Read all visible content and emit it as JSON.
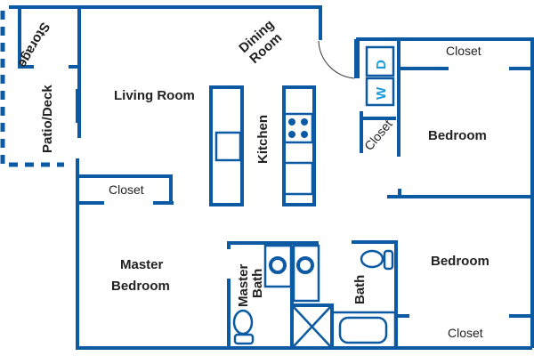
{
  "title": "Apartment floor plan",
  "colors": {
    "wall": "#0b5aa3",
    "appliance_letter": "#1a9be0",
    "text": "#222222"
  },
  "rooms": {
    "storage": "Storage",
    "patio": "Patio/Deck",
    "living": "Living Room",
    "dining_1": "Dining",
    "dining_2": "Room",
    "kitchen": "Kitchen",
    "closet_living": "Closet",
    "master_1": "Master",
    "master_2": "Bedroom",
    "master_bath_1": "Master",
    "master_bath_2": "Bath",
    "bath": "Bath",
    "bedroom_1": "Bedroom",
    "bedroom_2": "Bedroom",
    "closet_bed1": "Closet",
    "closet_bed2": "Closet",
    "closet_hall": "Closet"
  },
  "appliances": {
    "dryer": "D",
    "washer": "W"
  }
}
